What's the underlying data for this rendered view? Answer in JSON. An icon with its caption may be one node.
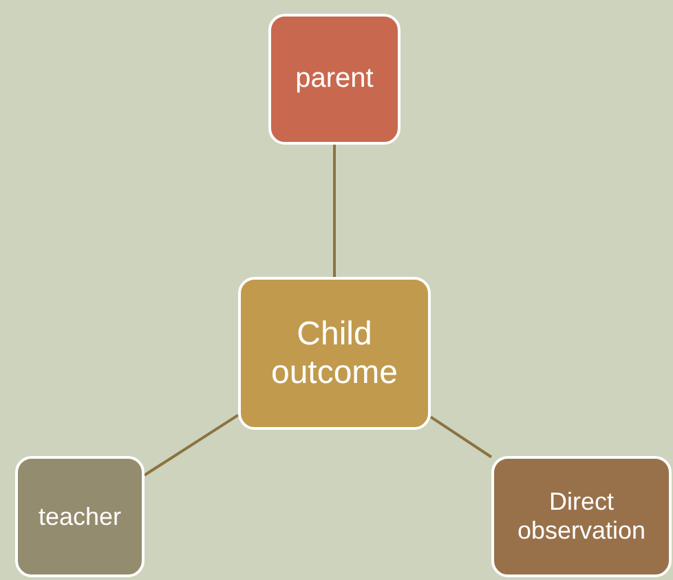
{
  "diagram": {
    "nodes": [
      {
        "text": [
          "parent"
        ]
      },
      {
        "text": [
          "Child outcome"
        ]
      },
      {
        "text": [
          "teacher"
        ]
      },
      {
        "text": [
          "Direct observation"
        ]
      }
    ],
    "edges": [
      {
        "from": 1,
        "to": 0,
        "arrow": "none"
      },
      {
        "from": 1,
        "to": 2,
        "arrow": "none"
      },
      {
        "from": 1,
        "to": 3,
        "arrow": "none"
      }
    ]
  }
}
